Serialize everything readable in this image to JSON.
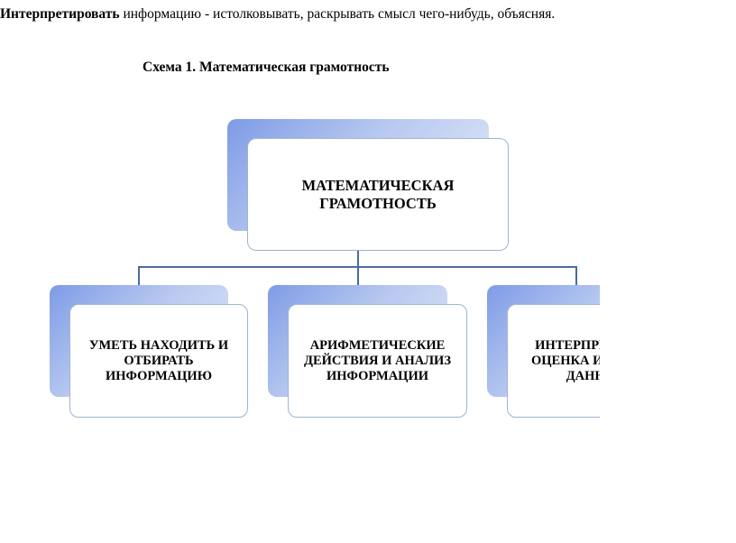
{
  "intro": {
    "term": "Интерпретировать",
    "definition": " информацию - истолковывать, раскрывать смысл чего-нибудь, объясняя."
  },
  "caption": "Схема 1. Математическая грамотность",
  "diagram": {
    "root": "МАТЕМАТИЧЕСКАЯ ГРАМОТНОСТЬ",
    "children": [
      "УМЕТЬ НАХОДИТЬ И ОТБИРАТЬ ИНФОРМАЦИЮ",
      "АРИФМЕТИЧЕСКИЕ ДЕЙСТВИЯ И АНАЛИЗ ИНФОРМАЦИИ",
      "ИНТЕРПРЕТАЦИЯ, ОЦЕНКА И АНАЛИЗ ДАННЫХ"
    ],
    "colors": {
      "accent_dark": "#7e9be6",
      "accent_light": "#e6edfb",
      "connector": "#4a6c9c",
      "box_border": "#9fb3d4"
    }
  }
}
